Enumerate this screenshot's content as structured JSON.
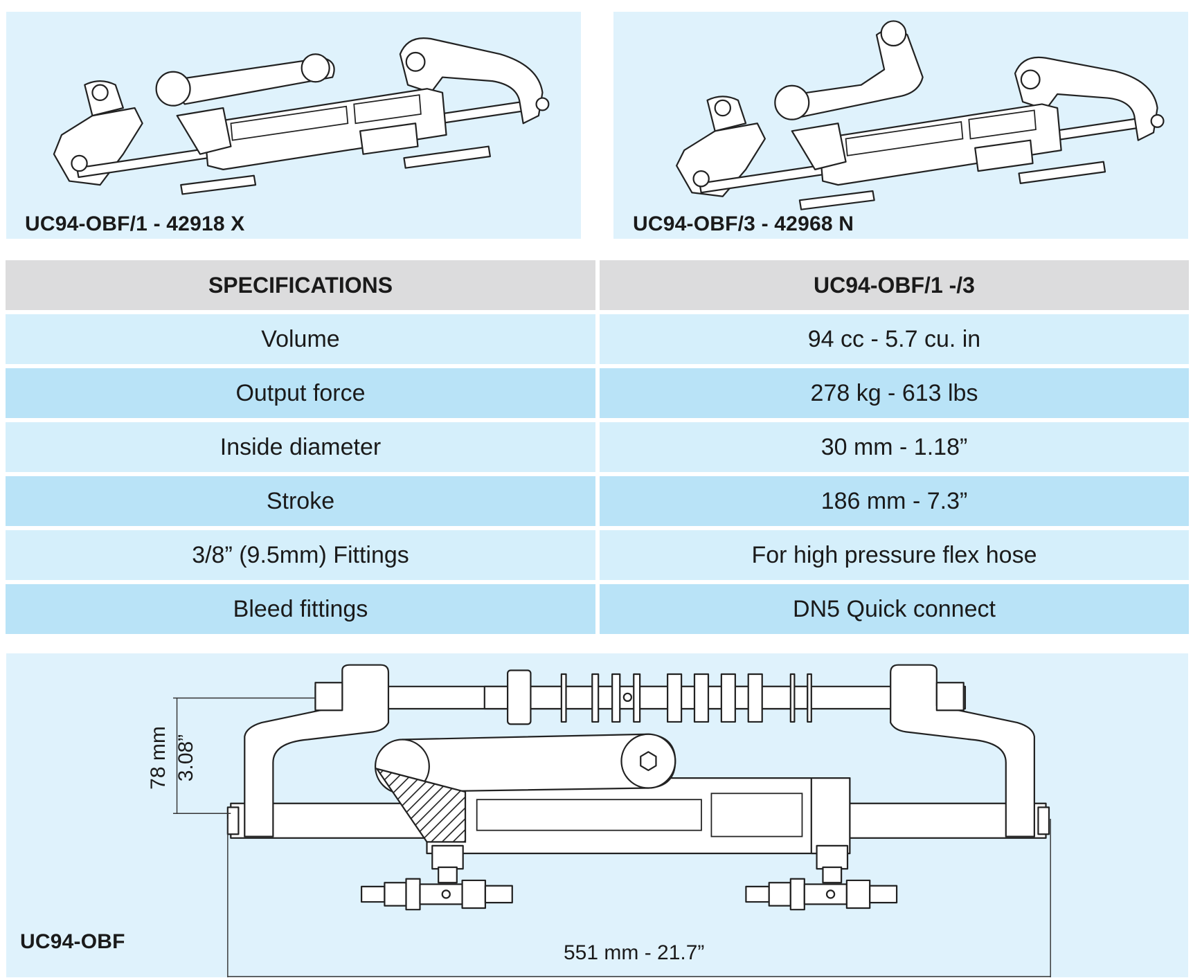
{
  "products": [
    {
      "label": "UC94-OBF/1 - 42918 X"
    },
    {
      "label": "UC94-OBF/3 - 42968 N"
    }
  ],
  "table": {
    "headers": [
      "SPECIFICATIONS",
      "UC94-OBF/1 -/3"
    ],
    "rows": [
      {
        "spec": "Volume",
        "value": "94 cc - 5.7 cu. in"
      },
      {
        "spec": "Output force",
        "value": "278 kg - 613 lbs"
      },
      {
        "spec": "Inside diameter",
        "value": "30 mm - 1.18”"
      },
      {
        "spec": "Stroke",
        "value": "186 mm - 7.3”"
      },
      {
        "spec": "3/8” (9.5mm) Fittings",
        "value": "For high pressure flex hose"
      },
      {
        "spec": "Bleed fittings",
        "value": "DN5 Quick connect"
      }
    ]
  },
  "drawing": {
    "label": "UC94-OBF",
    "height_mm": "78 mm",
    "height_in": "3.08”",
    "length": "551 mm - 21.7”"
  },
  "colors": {
    "panel": "#dff2fc",
    "row_light": "#d5effb",
    "row_dark": "#b9e3f7",
    "header": "#dcdcdd"
  }
}
